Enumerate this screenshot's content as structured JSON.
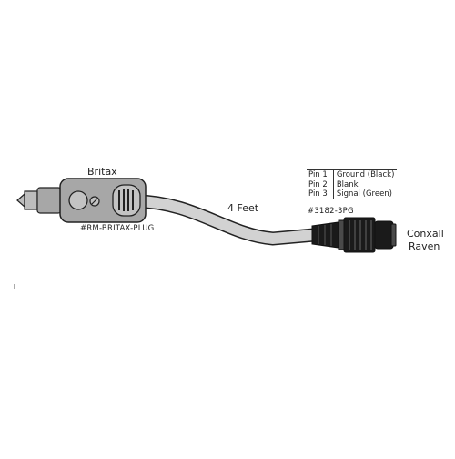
{
  "plug": {
    "brand_label": "Britax",
    "part_number": "#RM-BRITAX-PLUG"
  },
  "cable": {
    "length_label": "4 Feet"
  },
  "connector": {
    "brand_line1": "Conxall",
    "brand_line2": "Raven",
    "part_number": "#3182-3PG"
  },
  "pinout": {
    "rows": [
      {
        "pin": "Pin 1",
        "signal": "Ground (Black)"
      },
      {
        "pin": "Pin 2",
        "signal": "Blank"
      },
      {
        "pin": "Pin 3",
        "signal": "Signal (Green)"
      }
    ]
  },
  "colors": {
    "outline": "#222222",
    "plug_body": "#a7a7a7",
    "cable_fill": "#d2d2d2",
    "connector_body": "#1a1a1a",
    "connector_accent": "#4a4a4a"
  }
}
